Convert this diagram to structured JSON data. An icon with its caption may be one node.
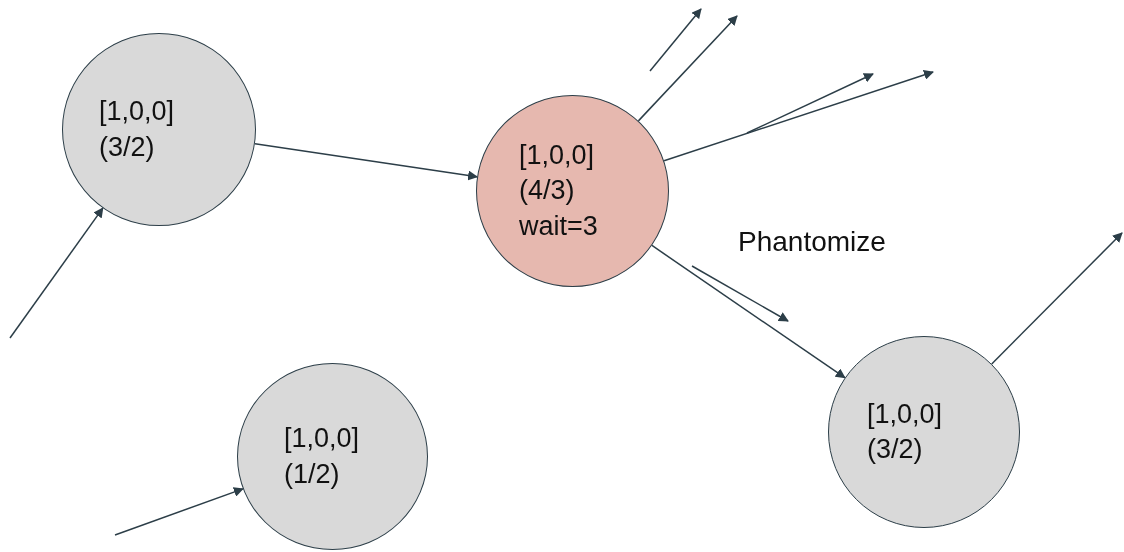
{
  "diagram": {
    "nodes": [
      {
        "text": [
          "[1,0,0]",
          "(3/2)"
        ]
      },
      {
        "text": [
          "[1,0,0]",
          "(4/3)",
          "wait=3"
        ]
      },
      {
        "text": [
          "[1,0,0]",
          "(1/2)"
        ]
      },
      {
        "text": [
          "[1,0,0]",
          "(3/2)"
        ]
      }
    ],
    "edges": [
      {
        "from": null,
        "to": 0,
        "arrow": "to"
      },
      {
        "from": 0,
        "to": 1,
        "arrow": "to"
      },
      {
        "from": 1,
        "to": null,
        "arrow": "to"
      },
      {
        "from": 1,
        "to": null,
        "arrow": "to"
      },
      {
        "from": 1,
        "to": 3,
        "arrow": "to"
      },
      {
        "from": 3,
        "to": null,
        "arrow": "to"
      },
      {
        "from": null,
        "to": 2,
        "arrow": "to"
      }
    ],
    "labels": [
      "Phantomize"
    ]
  }
}
